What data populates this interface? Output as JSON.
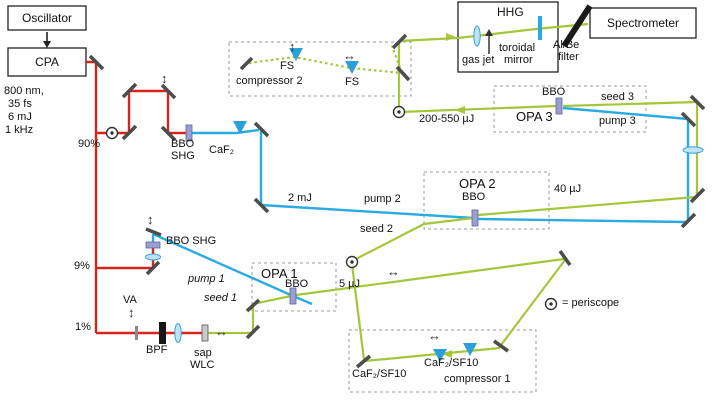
{
  "source": {
    "oscillator": "Oscillator",
    "cpa": "CPA",
    "specs": [
      "800 nm,",
      "35 fs",
      "6 mJ",
      "1 kHz"
    ]
  },
  "splits": {
    "p90": "90%",
    "p9": "9%",
    "p1": "1%"
  },
  "shg1": {
    "bbo": "BBO",
    "shg": "SHG",
    "caf2": "CaF₂"
  },
  "shg2": {
    "label": "BBO SHG"
  },
  "compressor2": {
    "label": "compressor 2",
    "fs1": "FS",
    "fs2": "FS"
  },
  "compressor1": {
    "label": "compressor 1",
    "prism_left": "CaF₂/SF10",
    "prism_right": "CaF₂/SF10"
  },
  "hhg": {
    "title": "HHG",
    "gas_jet": "gas jet",
    "toroidal_line1": "toroidal",
    "toroidal_line2": "mirror",
    "filter_line1": "Al/Be",
    "filter_line2": "filter",
    "spectrometer": "Spectrometer"
  },
  "opa1": {
    "title": "OPA 1",
    "bbo": "BBO",
    "pump": "pump 1",
    "seed": "seed 1",
    "output": "5 µJ"
  },
  "opa2": {
    "title": "OPA 2",
    "bbo": "BBO",
    "pump": "pump 2",
    "seed": "seed 2",
    "input": "2 mJ",
    "output": "40 µJ"
  },
  "opa3": {
    "title": "OPA 3",
    "bbo": "BBO",
    "pump": "pump 3",
    "seed": "seed 3",
    "output": "200-550 µJ"
  },
  "wlc": {
    "va": "VA",
    "bpf": "BPF",
    "sap": "sap",
    "wlc": "WLC"
  },
  "legend": {
    "periscope": "= periscope"
  },
  "icons": {
    "v_stage_arrow": "↕",
    "h_stage_arrow": "↔"
  },
  "colors": {
    "beam_800nm": "#d8251c",
    "beam_400nm": "#29abe2",
    "beam_signal": "#a5c63a",
    "mirror": "#4d4d4d",
    "crystal": "#9b9ed1",
    "prism": "#2d9fd8",
    "lens": "#bfe3f5"
  }
}
